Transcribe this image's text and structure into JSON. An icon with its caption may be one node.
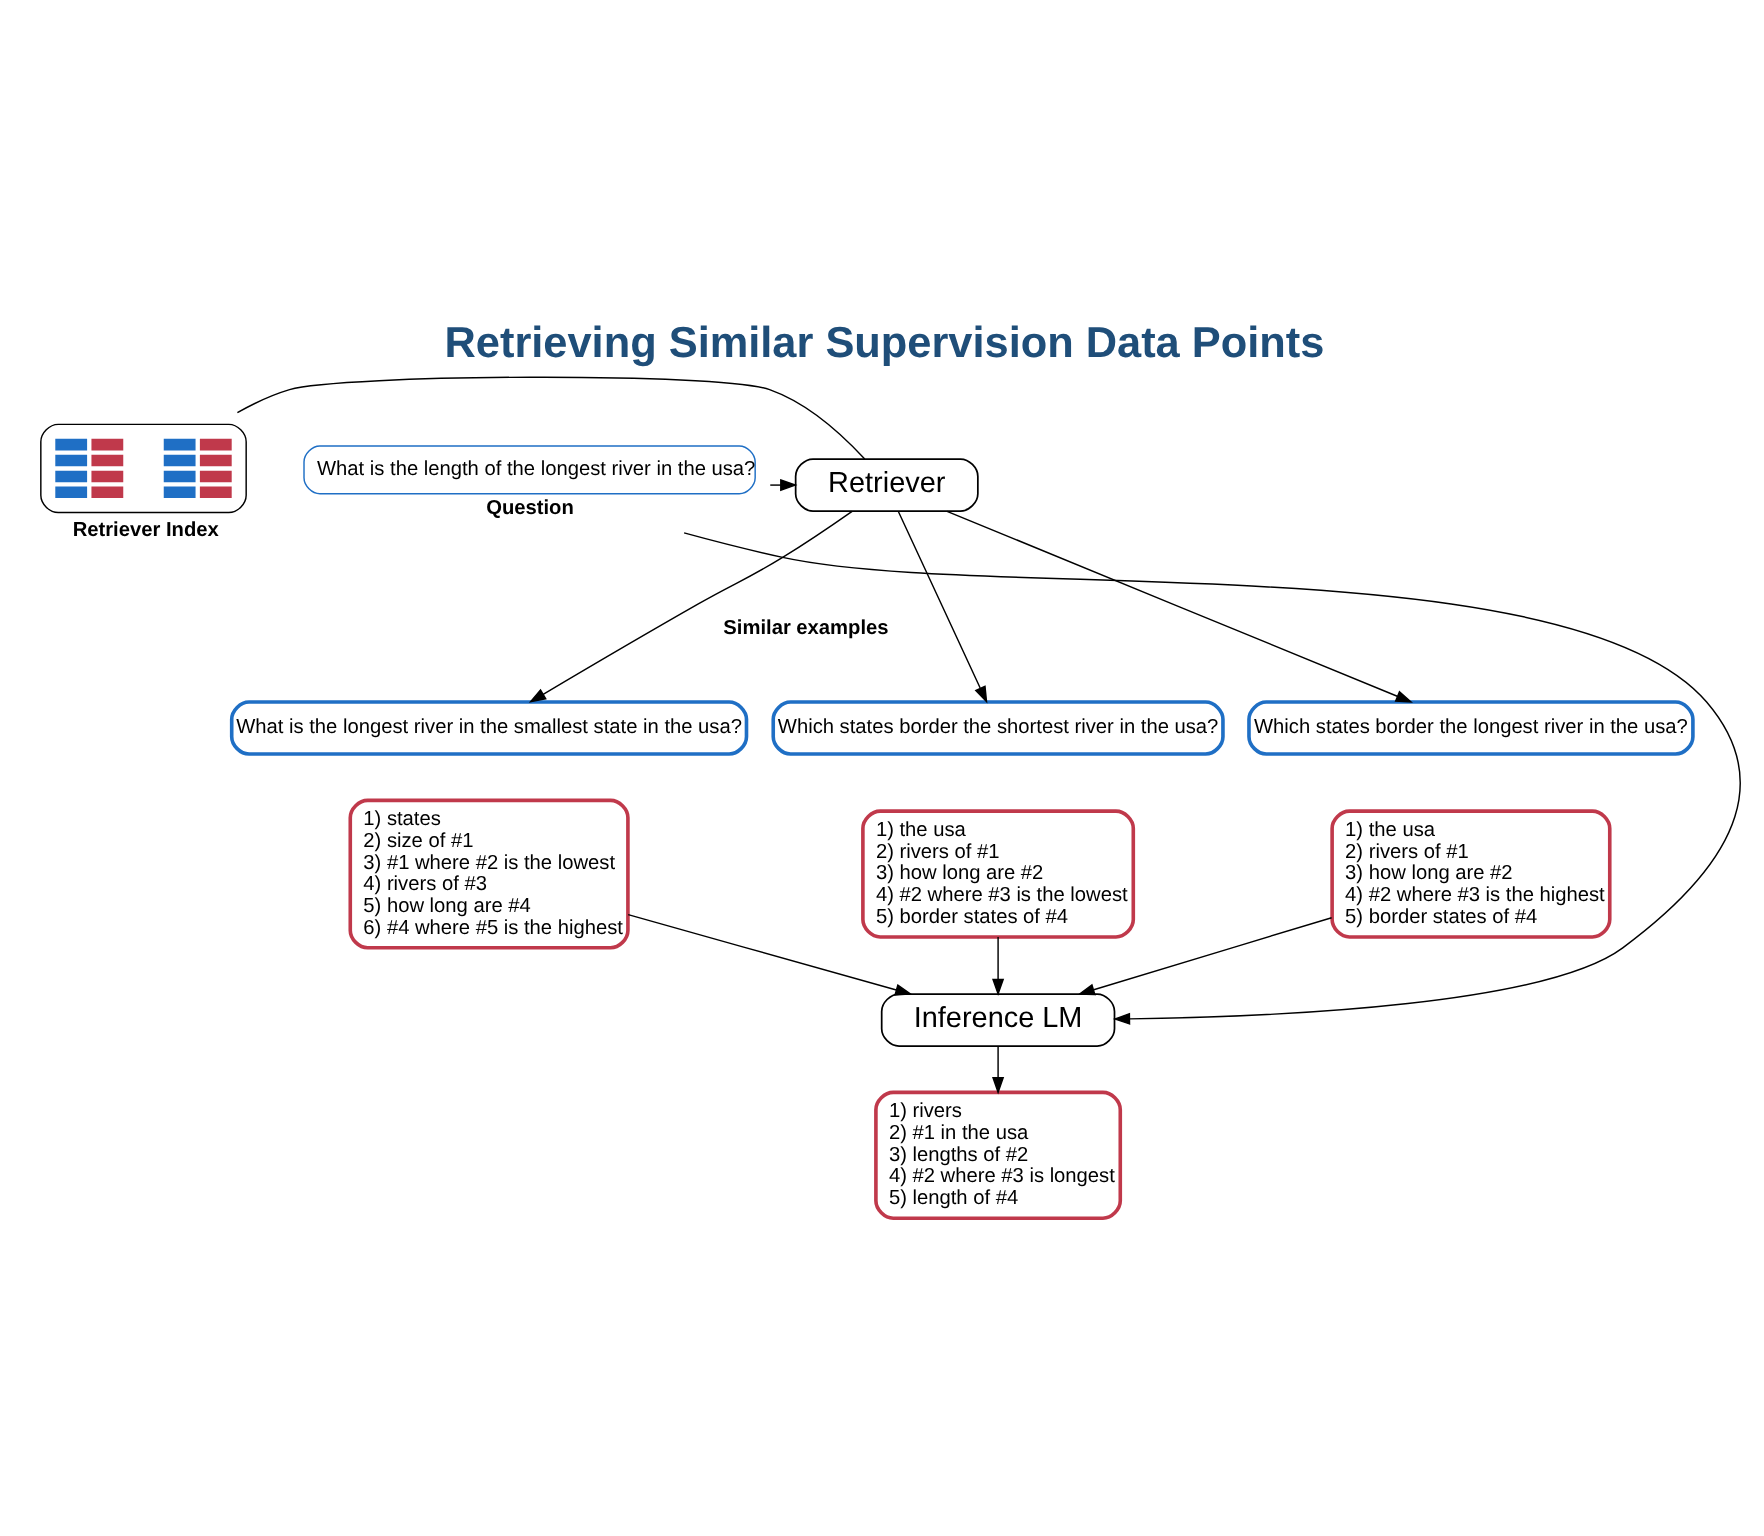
{
  "diagram": {
    "title": "Retrieving Similar Supervision Data Points",
    "nodes": [
      {
        "text": [
          "Retriever Index"
        ]
      },
      {
        "text": [
          "Retriever"
        ]
      },
      {
        "text": [
          "What is the length of the longest river in the usa?",
          "Question"
        ]
      },
      {
        "text": [
          "What is the longest river in the smallest state in the usa?"
        ]
      },
      {
        "text": [
          "Which states border the shortest river in the usa?"
        ]
      },
      {
        "text": [
          "Which states border the longest river in the usa?"
        ]
      },
      {
        "text": [
          "1) states",
          "2) size of #1",
          "3) #1 where #2 is the lowest",
          "4) rivers of #3",
          "5) how long are #4",
          "6) #4 where #5 is the highest"
        ]
      },
      {
        "text": [
          "1) the usa",
          "2) rivers of #1",
          "3) how long are #2",
          "4) #2 where #3 is the lowest",
          "5) border states of #4"
        ]
      },
      {
        "text": [
          "1) the usa",
          "2) rivers of #1",
          "3) how long are #2",
          "4) #2 where #3 is the highest",
          "5) border states of #4"
        ]
      },
      {
        "text": [
          "Inference LM"
        ]
      },
      {
        "text": [
          "1) rivers",
          "2) #1 in the usa",
          "3) lengths of #2",
          "4) #2 where #3 is longest",
          "5) length of #4"
        ]
      }
    ],
    "edges": [
      {
        "from": 2,
        "to": 1,
        "arrow": "to"
      },
      {
        "from": 0,
        "to": 1,
        "arrow": "none"
      },
      {
        "from": 1,
        "to": 3,
        "arrow": "to"
      },
      {
        "from": 1,
        "to": 4,
        "arrow": "to"
      },
      {
        "from": 1,
        "to": 5,
        "arrow": "to"
      },
      {
        "from": 6,
        "to": 9,
        "arrow": "to"
      },
      {
        "from": 7,
        "to": 9,
        "arrow": "to"
      },
      {
        "from": 8,
        "to": 9,
        "arrow": "to"
      },
      {
        "from": 2,
        "to": 9,
        "arrow": "to"
      },
      {
        "from": 9,
        "to": 10,
        "arrow": "to"
      }
    ],
    "labels": [
      "Similar examples"
    ]
  }
}
